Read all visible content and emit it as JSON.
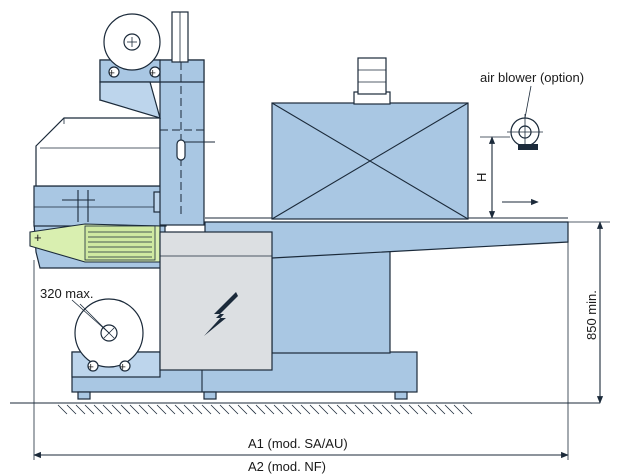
{
  "labels": {
    "air_blower": "air blower (option)",
    "height_h": "H",
    "reel_max": "320 max.",
    "height_min": "850 min.",
    "a1": "A1 (mod. SA/AU)",
    "a2": "A2 (mod. NF)"
  },
  "colors": {
    "machine_blue": "#a9c7e3",
    "panel_grey": "#dcdfe2",
    "guide_green": "#d9efb0",
    "outline": "#1b2a3a"
  },
  "icons": [
    "electrical-hazard-icon",
    "crosshair-center-icon",
    "floor-hatch"
  ]
}
